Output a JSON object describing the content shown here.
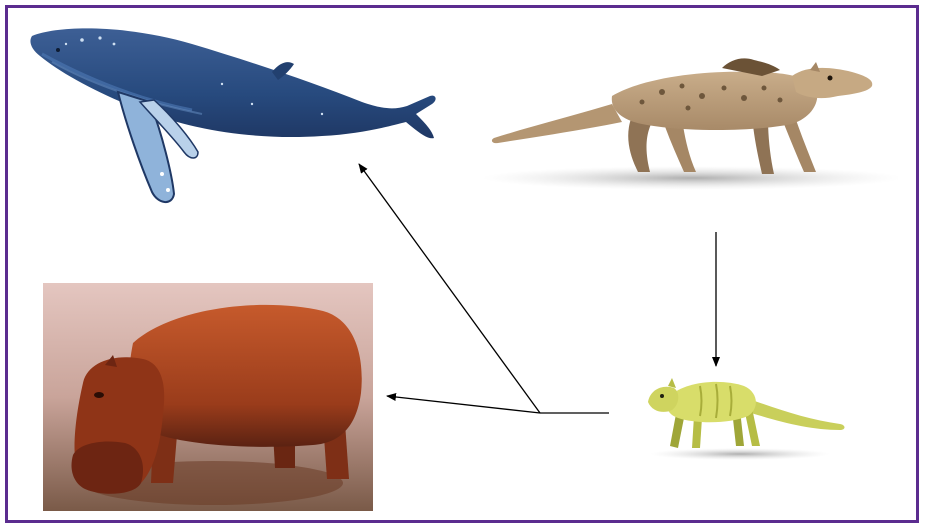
{
  "diagram": {
    "nodes": [
      {
        "id": "humpback-whale",
        "icon": "humpback-whale-illustration"
      },
      {
        "id": "pakicetus",
        "icon": "pakicetus-illustration"
      },
      {
        "id": "indohyus",
        "icon": "indohyus-illustration"
      },
      {
        "id": "hippopotamus",
        "icon": "hippopotamus-photo"
      }
    ],
    "edges": [
      {
        "from": "pakicetus",
        "to": "indohyus"
      },
      {
        "from": "indohyus",
        "to": "hippopotamus"
      },
      {
        "from": "indohyus",
        "to": "humpback-whale"
      }
    ],
    "colors": {
      "border": "#5b2c8f",
      "arrow": "#000000"
    }
  }
}
